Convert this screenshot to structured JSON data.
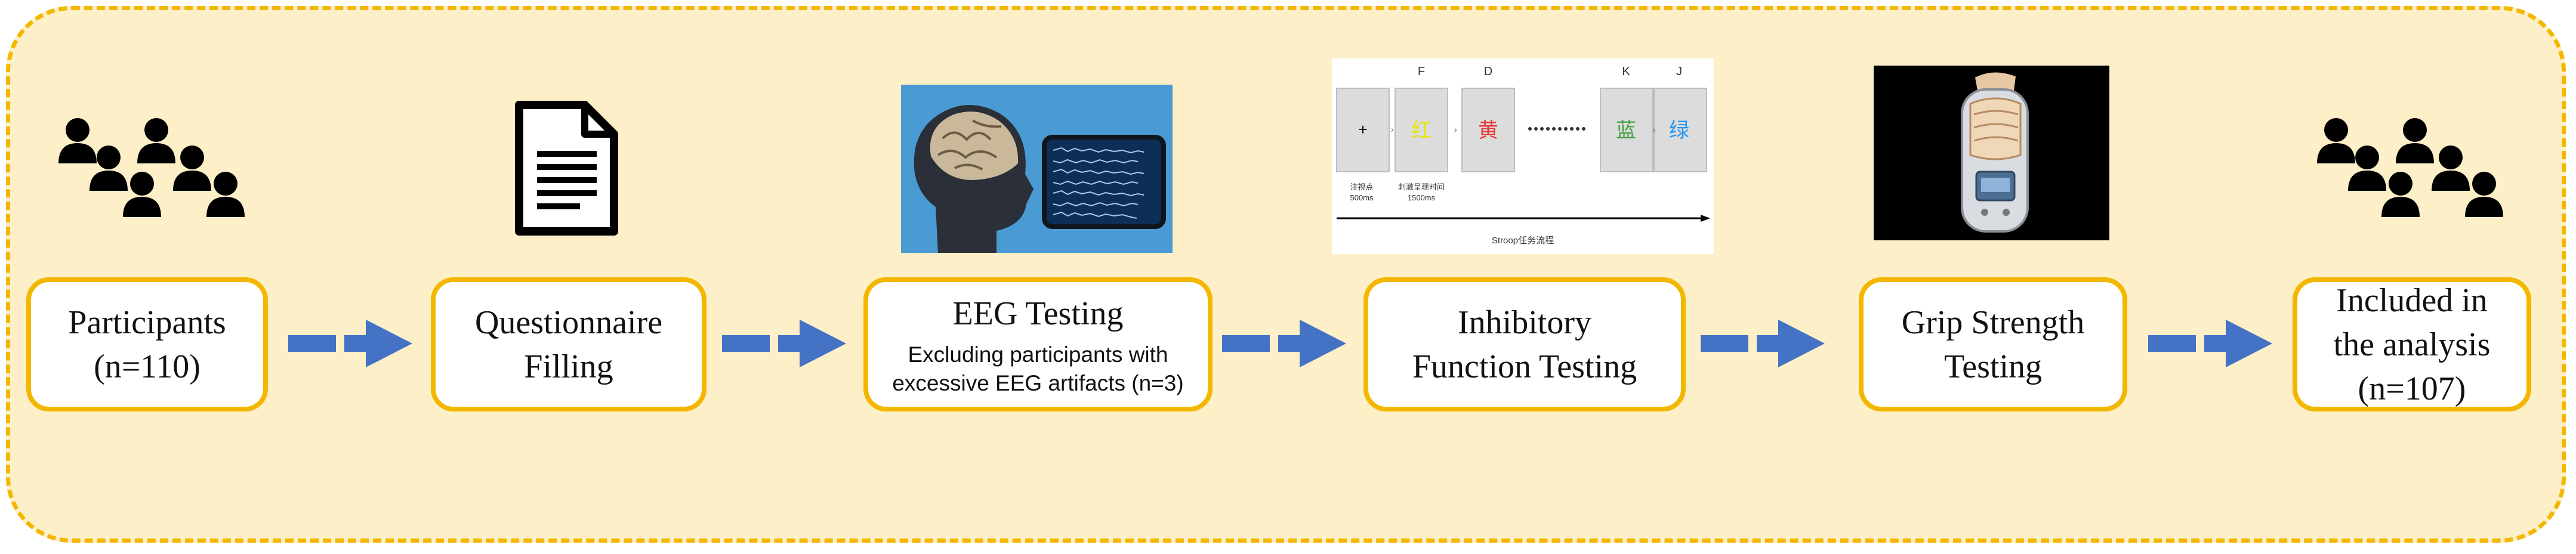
{
  "colors": {
    "frame_fill": "#FDEFC7",
    "frame_border": "#F4B700",
    "box_border": "#F4B700",
    "arrow": "#4472C4"
  },
  "steps": [
    {
      "icon": "people-group-icon",
      "title": "Participants\n(n=110)",
      "subtitle": ""
    },
    {
      "icon": "document-icon",
      "title": "Questionnaire\nFilling",
      "subtitle": ""
    },
    {
      "icon": "eeg-head-icon",
      "title": "EEG Testing",
      "subtitle": "Excluding participants with\nexcessive EEG artifacts (n=3)"
    },
    {
      "icon": "stroop-task-icon",
      "title": "Inhibitory\nFunction Testing",
      "subtitle": ""
    },
    {
      "icon": "grip-dynamometer-icon",
      "title": "Grip Strength\nTesting",
      "subtitle": ""
    },
    {
      "icon": "people-group-icon",
      "title": "Included in\nthe analysis\n(n=107)",
      "subtitle": ""
    }
  ],
  "stroop": {
    "keys": [
      "F",
      "D",
      "K",
      "J"
    ],
    "chars": [
      "红",
      "黄",
      "蓝",
      "绿"
    ],
    "char_colors": [
      "#E6E600",
      "#E53935",
      "#43A047",
      "#2196F3"
    ],
    "label_fixation": "注视点\n500ms",
    "label_stim": "刺激呈现时间\n1500ms",
    "caption": "Stroop任务流程"
  }
}
